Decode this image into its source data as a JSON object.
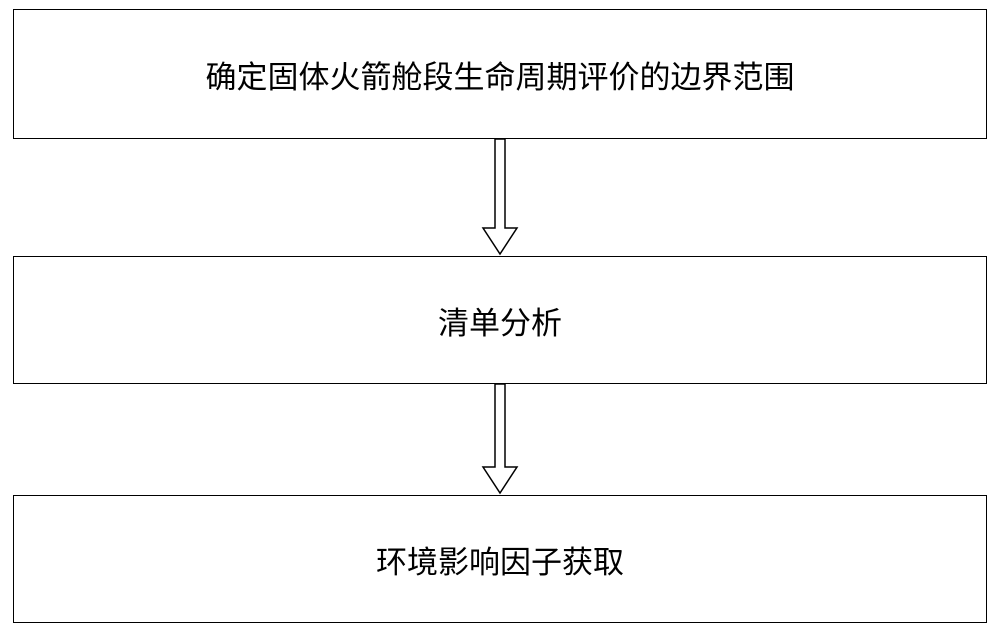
{
  "flowchart": {
    "steps": [
      {
        "label": "确定固体火箭舱段生命周期评价的边界范围"
      },
      {
        "label": "清单分析"
      },
      {
        "label": "环境影响因子获取"
      }
    ]
  },
  "colors": {
    "line": "#000000",
    "background": "#ffffff"
  }
}
